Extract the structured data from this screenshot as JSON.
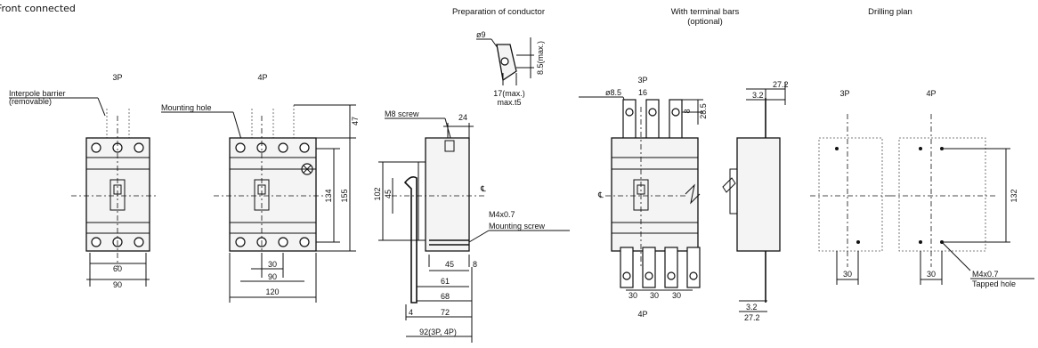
{
  "header": "Front connected",
  "titles": {
    "preparation": "Preparation of conductor",
    "terminal_bars_1": "With terminal bars",
    "terminal_bars_2": "(optional)",
    "drilling": "Drilling plan"
  },
  "labels": {
    "p3": "3P",
    "p4": "4P",
    "interpole_1": "Interpole barrier",
    "interpole_2": "(removable)",
    "mounting_hole": "Mounting hole",
    "m8_screw": "M8 screw",
    "m4_1": "M4x0.7",
    "m4_2": "Mounting screw",
    "m4_tap_1": "M4x0.7",
    "m4_tap_2": "Tapped hole",
    "dia9": "ø9",
    "dia85": "ø8.5",
    "max85": "8.5(max.)",
    "max17": "17(max.)",
    "maxt5": "max.t5",
    "cl": "℄"
  },
  "dims": {
    "d60": "60",
    "d90a": "90",
    "d30a": "30",
    "d90b": "90",
    "d120": "120",
    "d47": "47",
    "d134": "134",
    "d155": "155",
    "d24": "24",
    "d102": "102",
    "d45v": "45",
    "d45h": "45",
    "d8": "8",
    "d61": "61",
    "d68": "68",
    "d4": "4",
    "d72": "72",
    "d92": "92(3P, 4P)",
    "d16": "16",
    "d8b": "8",
    "d285": "28.5",
    "d30b": "30",
    "d30c": "30",
    "d30d": "30",
    "d32a": "3.2",
    "d272a": "27.2",
    "d32b": "3.2",
    "d272b": "27.2",
    "d132": "132",
    "d30e": "30",
    "d30f": "30"
  }
}
